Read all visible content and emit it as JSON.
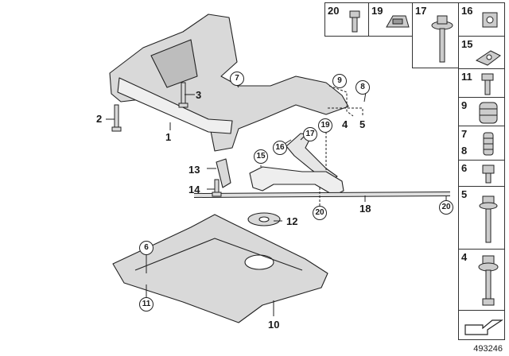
{
  "callouts": {
    "p1": "1",
    "p2": "2",
    "p3": "3",
    "p4": "4",
    "p5": "5",
    "p6": "6",
    "p7": "7",
    "p8": "8",
    "p9": "9",
    "p10": "10",
    "p11": "11",
    "p12": "12",
    "p13": "13",
    "p14": "14",
    "p15": "15",
    "p16": "16",
    "p17": "17",
    "p18": "18",
    "p19": "19",
    "p20a": "20",
    "p20b": "20"
  },
  "legend": {
    "c20": "20",
    "c19": "19",
    "c17": "17",
    "c16": "16",
    "c15": "15",
    "c11": "11",
    "c9": "9",
    "c7": "7",
    "c8": "8",
    "c6": "6",
    "c5": "5",
    "c4": "4"
  },
  "doc_number": "493246"
}
